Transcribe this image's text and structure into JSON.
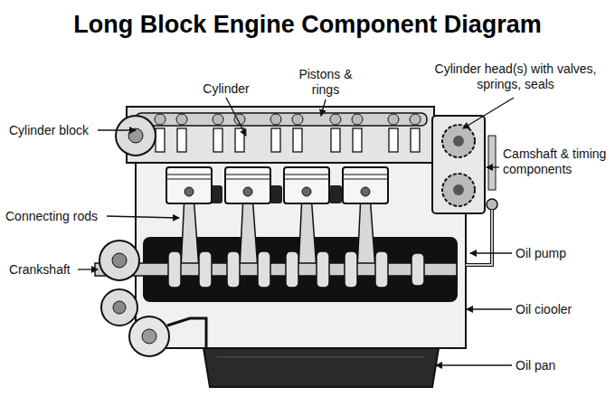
{
  "diagram": {
    "title": "Long Block Engine Component Diagram",
    "labels": [
      "Cylinder block",
      "Cylinder",
      "Pistons & rings",
      "Cylinder head(s) with valves, springs, seals",
      "Camshaft & timing components",
      "Connecting rods",
      "Crankshaft",
      "Oil pump",
      "Oil ciooler",
      "Oil pan"
    ]
  }
}
